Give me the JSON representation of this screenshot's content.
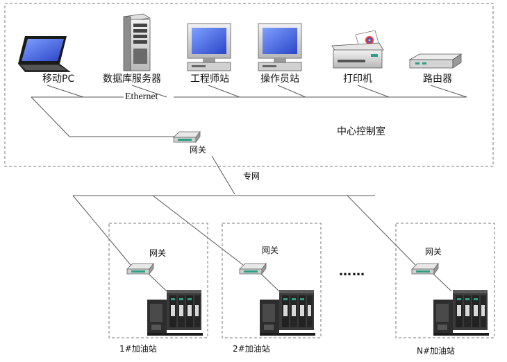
{
  "control_room": {
    "title": "中心控制室",
    "network_label": "Ethernet",
    "gateway_label": "网关",
    "devices": [
      {
        "label": "移动PC",
        "icon": "laptop-icon"
      },
      {
        "label": "数据库服务器",
        "icon": "server-tower-icon"
      },
      {
        "label": "工程师站",
        "icon": "desktop-computer-icon"
      },
      {
        "label": "操作员站",
        "icon": "desktop-computer-icon"
      },
      {
        "label": "打印机",
        "icon": "printer-icon"
      },
      {
        "label": "路由器",
        "icon": "router-icon"
      }
    ]
  },
  "private_network_label": "专网",
  "ellipsis": "……",
  "stations": [
    {
      "name": "1#加油站",
      "gateway_label": "网关"
    },
    {
      "name": "2#加油站",
      "gateway_label": "网关"
    },
    {
      "name": "N#加油站",
      "gateway_label": "网关"
    }
  ],
  "colors": {
    "line": "#555555",
    "screen": "#3a57d6",
    "gateway_accent": "#2f9e86",
    "plc_body": "#2d2d2d"
  }
}
